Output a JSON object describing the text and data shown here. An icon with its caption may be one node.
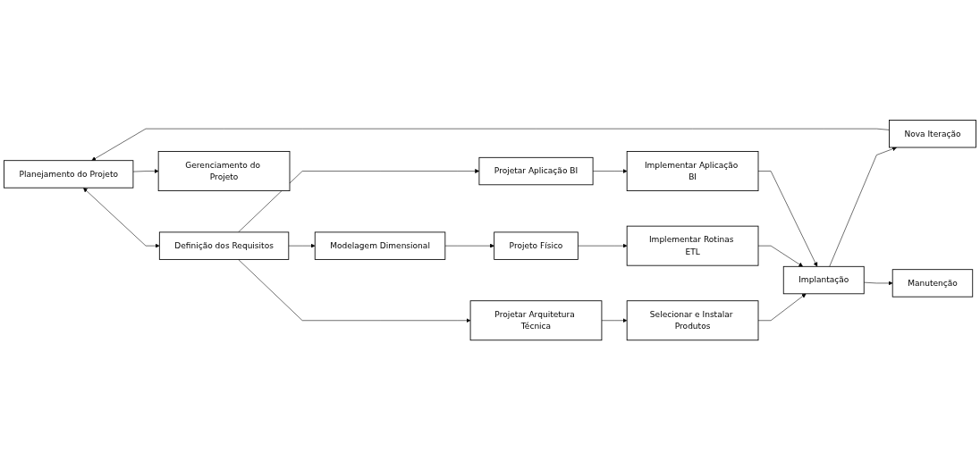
{
  "diagram": {
    "nodes": [
      {
        "text": [
          "Planejamento do Projeto"
        ]
      },
      {
        "text": [
          "Definição dos Requisitos"
        ]
      },
      {
        "text": [
          "Projetar Arquitetura Técnica"
        ]
      },
      {
        "text": [
          "Modelagem Dimensional"
        ]
      },
      {
        "text": [
          "Projetar Aplicação BI"
        ]
      },
      {
        "text": [
          "Projeto Físico"
        ]
      },
      {
        "text": [
          "Selecionar e Instalar Produtos"
        ]
      },
      {
        "text": [
          "Implementar Rotinas ETL"
        ]
      },
      {
        "text": [
          "Implementar Aplicação BI"
        ]
      },
      {
        "text": [
          "Implantação"
        ]
      },
      {
        "text": [
          "Nova Iteração"
        ]
      },
      {
        "text": [
          "Manutenção"
        ]
      },
      {
        "text": [
          "Gerenciamento do Projeto"
        ]
      }
    ],
    "edges": [
      {
        "from": 0,
        "to": 1,
        "arrow": "both"
      },
      {
        "from": 1,
        "to": 2,
        "arrow": "to"
      },
      {
        "from": 1,
        "to": 3,
        "arrow": "to"
      },
      {
        "from": 1,
        "to": 4,
        "arrow": "to"
      },
      {
        "from": 2,
        "to": 6,
        "arrow": "to"
      },
      {
        "from": 3,
        "to": 5,
        "arrow": "to"
      },
      {
        "from": 5,
        "to": 7,
        "arrow": "to"
      },
      {
        "from": 4,
        "to": 8,
        "arrow": "to"
      },
      {
        "from": 6,
        "to": 9,
        "arrow": "to"
      },
      {
        "from": 7,
        "to": 9,
        "arrow": "to"
      },
      {
        "from": 8,
        "to": 9,
        "arrow": "to"
      },
      {
        "from": 9,
        "to": 10,
        "arrow": "to"
      },
      {
        "from": 9,
        "to": 11,
        "arrow": "to"
      },
      {
        "from": 10,
        "to": 0,
        "arrow": "to"
      },
      {
        "from": 0,
        "to": 12,
        "arrow": "to"
      }
    ]
  }
}
